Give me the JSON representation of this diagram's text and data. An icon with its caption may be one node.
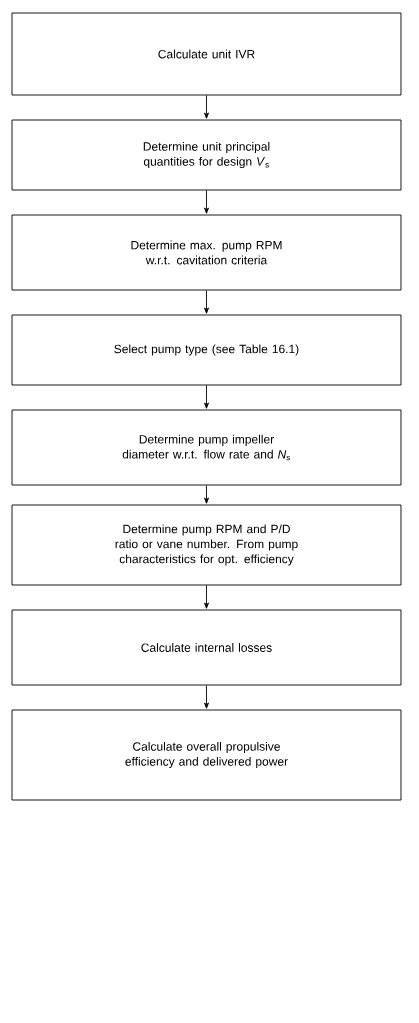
{
  "diagram": {
    "nodes": [
      {
        "text": [
          "Calculate unit IVR"
        ]
      },
      {
        "text": [
          "Determine unit principal quantities for design *V*$_{s}$"
        ]
      },
      {
        "text": [
          "Determine max. pump RPM w.r.t. cavitation criteria"
        ]
      },
      {
        "text": [
          "Select pump type (see Table 16.1)"
        ]
      },
      {
        "text": [
          "Determine pump impeller diameter w.r.t. flow rate and *N*$_{s}$"
        ]
      },
      {
        "text": [
          "Determine pump RPM and P/D ratio or vane number. From pump characteristics for opt. efficiency"
        ]
      },
      {
        "text": [
          "Calculate internal losses"
        ]
      },
      {
        "text": [
          "Calculate overall propulsive efficiency and delivered power"
        ]
      }
    ],
    "edges": [
      {
        "from": 0,
        "to": 1,
        "arrow": "to"
      },
      {
        "from": 1,
        "to": 2,
        "arrow": "to"
      },
      {
        "from": 2,
        "to": 3,
        "arrow": "to"
      },
      {
        "from": 3,
        "to": 4,
        "arrow": "to"
      },
      {
        "from": 4,
        "to": 5,
        "arrow": "to"
      },
      {
        "from": 5,
        "to": 6,
        "arrow": "to"
      },
      {
        "from": 6,
        "to": 7,
        "arrow": "to"
      }
    ]
  }
}
